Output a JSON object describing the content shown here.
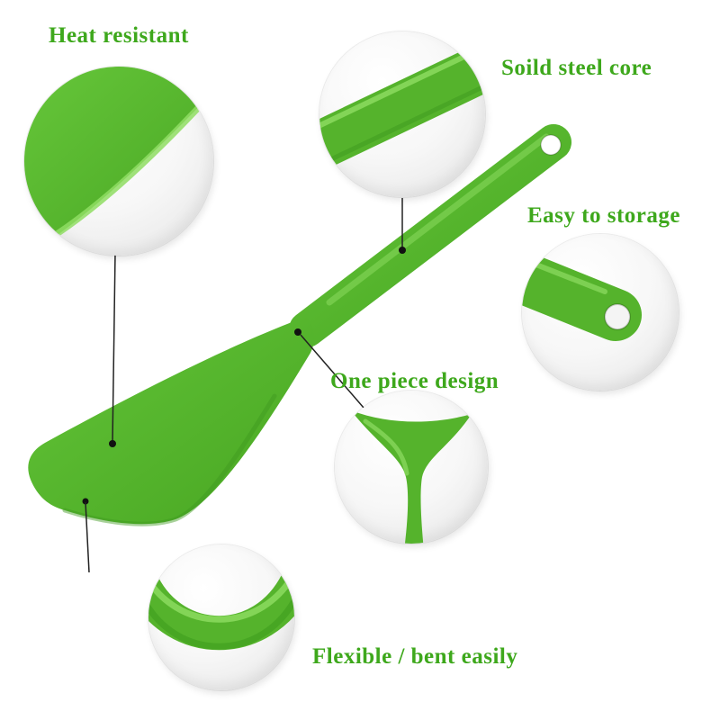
{
  "colors": {
    "green_main": "#55b32c",
    "green_dark": "#3d9a1e",
    "green_light": "#8fdd63",
    "text_green": "#3ea81c",
    "leader_line": "#222222",
    "background": "#ffffff"
  },
  "callouts": [
    {
      "id": "heat-resistant",
      "label": "Heat resistant"
    },
    {
      "id": "steel-core",
      "label": "Soild steel core"
    },
    {
      "id": "easy-storage",
      "label": "Easy to storage"
    },
    {
      "id": "one-piece",
      "label": "One piece design"
    },
    {
      "id": "flexible",
      "label": "Flexible / bent easily"
    }
  ]
}
